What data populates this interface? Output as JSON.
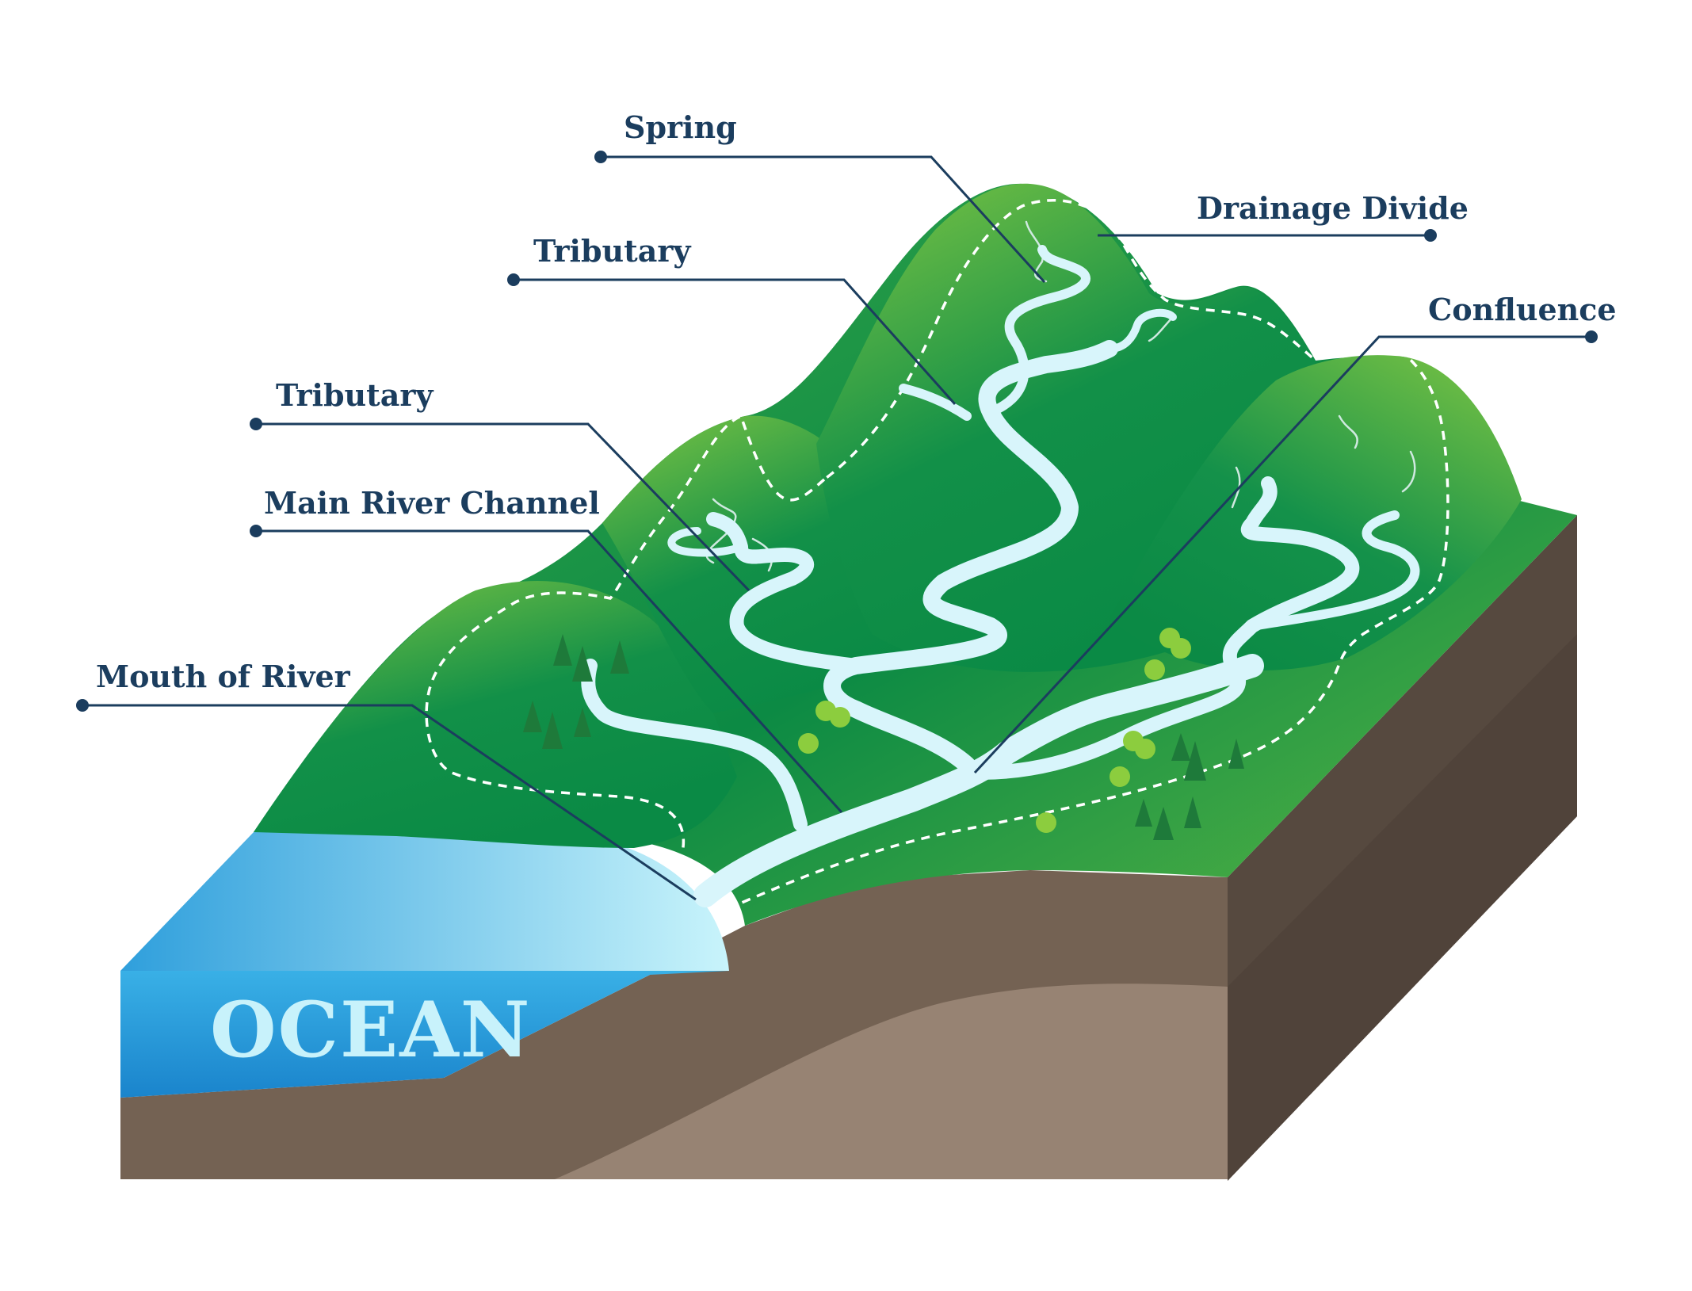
{
  "labels": {
    "spring": "Spring",
    "drainage_divide": "Drainage Divide",
    "tributary_upper": "Tributary",
    "confluence": "Confluence",
    "tributary_lower": "Tributary",
    "main_river_channel": "Main River Channel",
    "mouth_of_river": "Mouth of River"
  },
  "ocean_label": "OCEAN",
  "colors": {
    "label_text": "#1b3d5e",
    "grass_dark": "#0a8b45",
    "grass_light": "#7cc443",
    "ocean": "#2aa5e0",
    "river": "#d8f5fb",
    "soil_top": "#746253",
    "soil_bottom": "#978373"
  }
}
